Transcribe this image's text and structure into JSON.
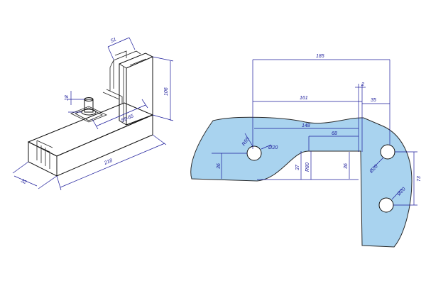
{
  "colors": {
    "glass_fill": "#a9d3ef",
    "dimension_color": "#1a1a9a",
    "outline_color": "#111111"
  },
  "isometric_view": {
    "dimensions": {
      "width_top": "51",
      "height": "106",
      "pin_height": "18",
      "glass_range": "59-65",
      "length": "218",
      "depth": "32"
    }
  },
  "glass_plate": {
    "dimensions": {
      "overall_length": "185",
      "offset_small": "2",
      "to_corner": "161",
      "right_margin": "35",
      "notch_length": "148",
      "notch_inner": "68",
      "radius": "R55",
      "hole_left": "Ø20",
      "height_left": "36",
      "notch_depth": "37",
      "radius_r80": "R80",
      "height_right": "36",
      "hole_upper": "Ø20",
      "hole_spacing": "73",
      "hole_lower": "Ø20"
    }
  }
}
